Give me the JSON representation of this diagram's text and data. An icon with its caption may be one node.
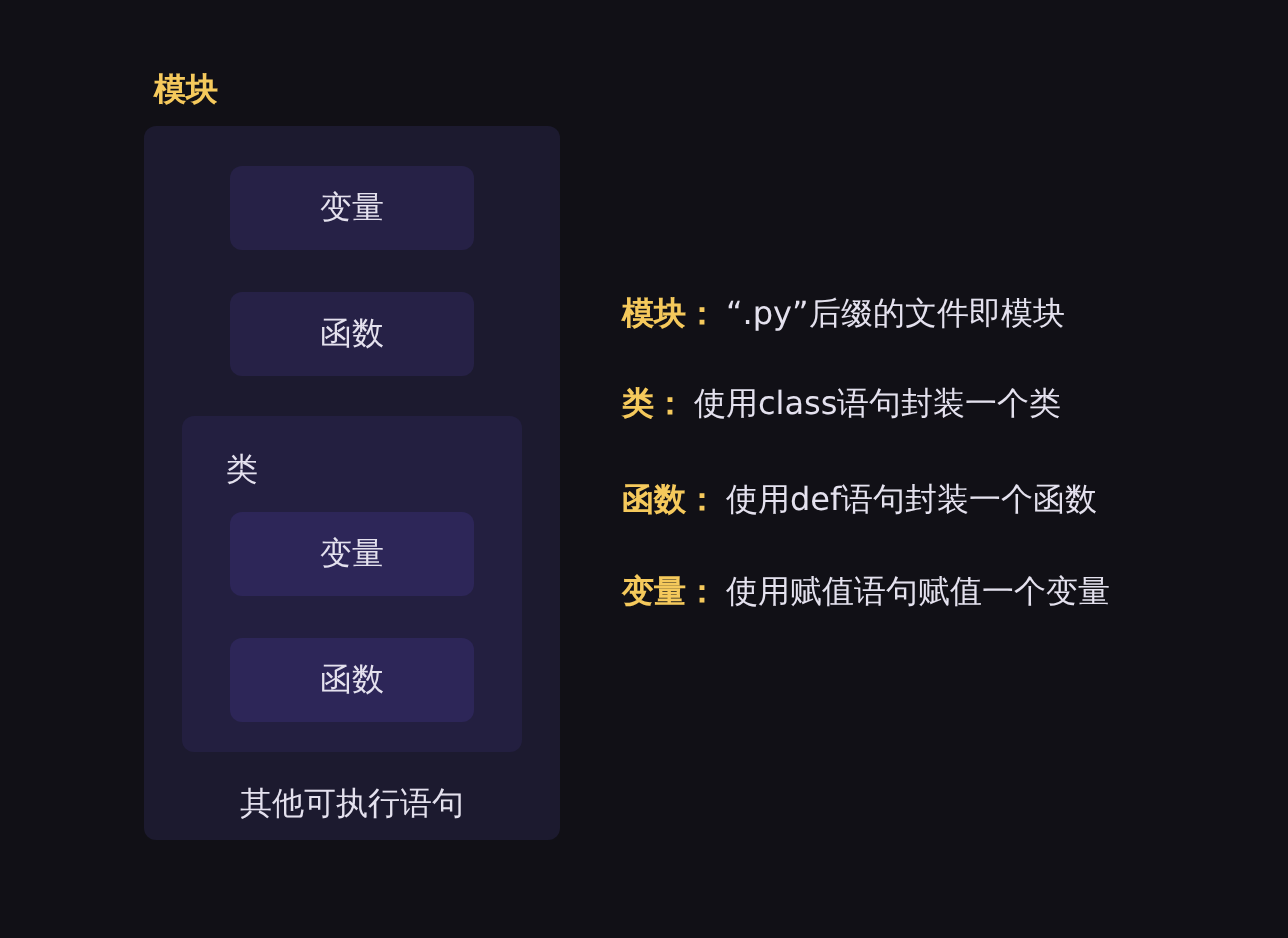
{
  "diagram": {
    "nodes": [
      {
        "text": [
          "模块",
          "其他可执行语句"
        ]
      },
      {
        "text": [
          "变量"
        ],
        "in": 0
      },
      {
        "text": [
          "函数"
        ],
        "in": 0
      },
      {
        "text": [
          "类"
        ],
        "in": 0
      },
      {
        "text": [
          "变量"
        ],
        "in": 3
      },
      {
        "text": [
          "函数"
        ],
        "in": 3
      }
    ],
    "labels": [
      "**模块：**“.py”后缀的文件即模块",
      "**类：**使用class语句封装一个类",
      "**函数：**使用def语句封装一个函数",
      "**变量：**使用赋值语句赋值一个变量"
    ]
  }
}
